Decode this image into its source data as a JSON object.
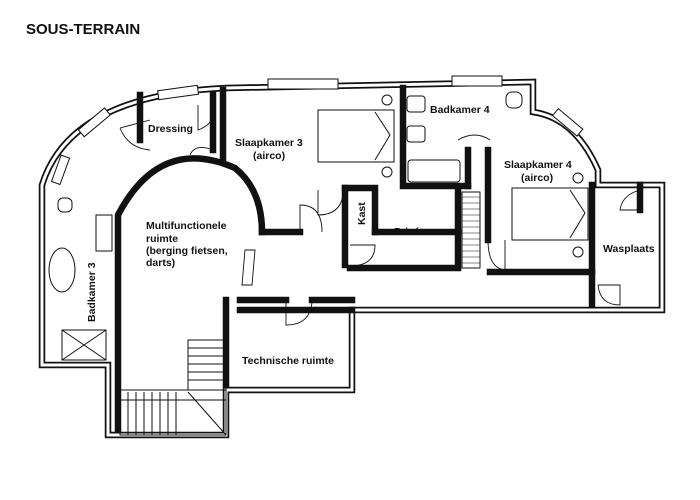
{
  "title": "SOUS-TERRAIN",
  "rooms": {
    "dressing": "Dressing",
    "slaapkamer3_line1": "Slaapkamer 3",
    "slaapkamer3_line2": "(airco)",
    "badkamer4": "Badkamer 4",
    "slaapkamer4_line1": "Slaapkamer 4",
    "slaapkamer4_line2": "(airco)",
    "multi_line1": "Multifunctionele",
    "multi_line2": "ruimte",
    "multi_line3": "(berging fietsen,",
    "multi_line4": "darts)",
    "kast": "Kast",
    "prive": "Privé",
    "wasplaats": "Wasplaats",
    "badkamer3": "Badkamer 3",
    "technische": "Technische ruimte"
  }
}
